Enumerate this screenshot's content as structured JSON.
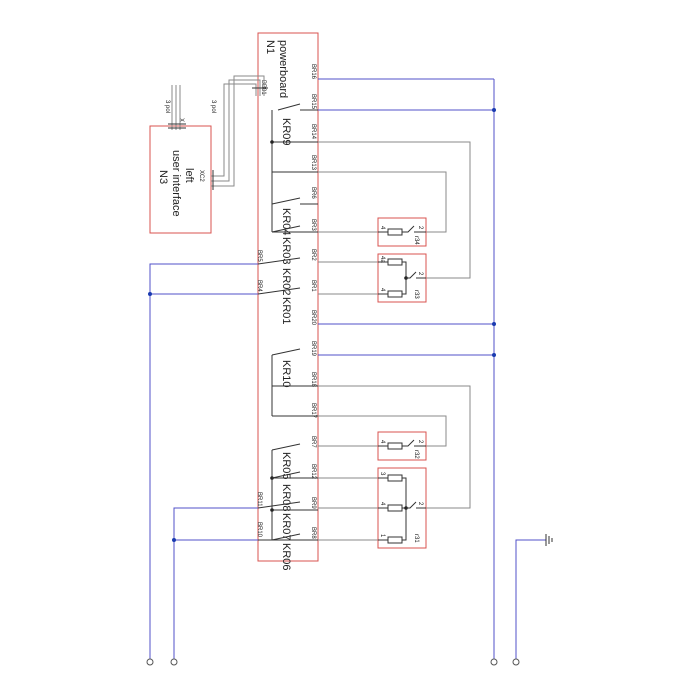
{
  "labels": {
    "n1": "N1",
    "powerboard": "powerboard",
    "n3": "N3",
    "ui_line1": "user interface",
    "ui_line2": "left",
    "xc2": "XC2",
    "bb1": "BB01",
    "x_marker": "X",
    "pol_left": "3 pol",
    "pol_right": "3 pol",
    "r34": "r34",
    "r33": "r33",
    "r32": "r32",
    "r31": "r31"
  },
  "relays": {
    "kr09": "KR09",
    "kr04": "KR04",
    "kr03": "KR03",
    "kr02": "KR02",
    "kr01": "KR01",
    "kr10": "KR10",
    "kr05": "KR05",
    "kr08": "KR08",
    "kr07": "KR07",
    "kr06": "KR06"
  },
  "pins_right": {
    "br16": "BR16",
    "br15": "BR15",
    "br14": "BR14",
    "br13": "BR13",
    "br6": "BR6",
    "br3": "BR3",
    "br2": "BR2",
    "br1": "BR1",
    "br20": "BR20",
    "br19": "BR19",
    "br18": "BR18",
    "br17": "BR17",
    "br7": "BR7",
    "br12": "BR12",
    "br9": "BR9",
    "br8": "BR8"
  },
  "pins_left": {
    "br5": "BR5",
    "br4": "BR4",
    "br11": "BR11",
    "br10": "BR10"
  },
  "sensor_pins": {
    "r34_in": "4",
    "r34_out": "2",
    "r33_a": "4a",
    "r33_b": "4",
    "r33_out": "2",
    "r32_in": "4",
    "r32_out": "2",
    "r31_a": "3",
    "r31_b": "4",
    "r31_c": "1",
    "r31_out": "2"
  }
}
